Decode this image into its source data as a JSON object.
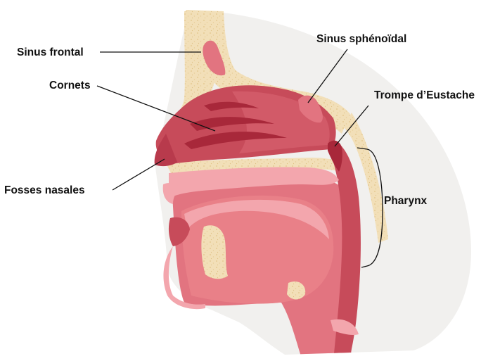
{
  "labels": {
    "sinus_frontal": "Sinus frontal",
    "cornets": "Cornets",
    "fosses_nasales": "Fosses nasales",
    "sinus_sphenoidal": "Sinus sphénoïdal",
    "trompe_eustache": "Trompe d’Eustache",
    "pharynx": "Pharynx"
  },
  "colors": {
    "background_disc": "#f1f0ee",
    "bone": "#f2dfb8",
    "bone_speckle": "#e4c98f",
    "tissue_dark": "#c74b5a",
    "tissue_mid": "#e27480",
    "tissue_light": "#f3a6ad",
    "tissue_deep": "#a8283a",
    "leader_line": "#111111"
  }
}
